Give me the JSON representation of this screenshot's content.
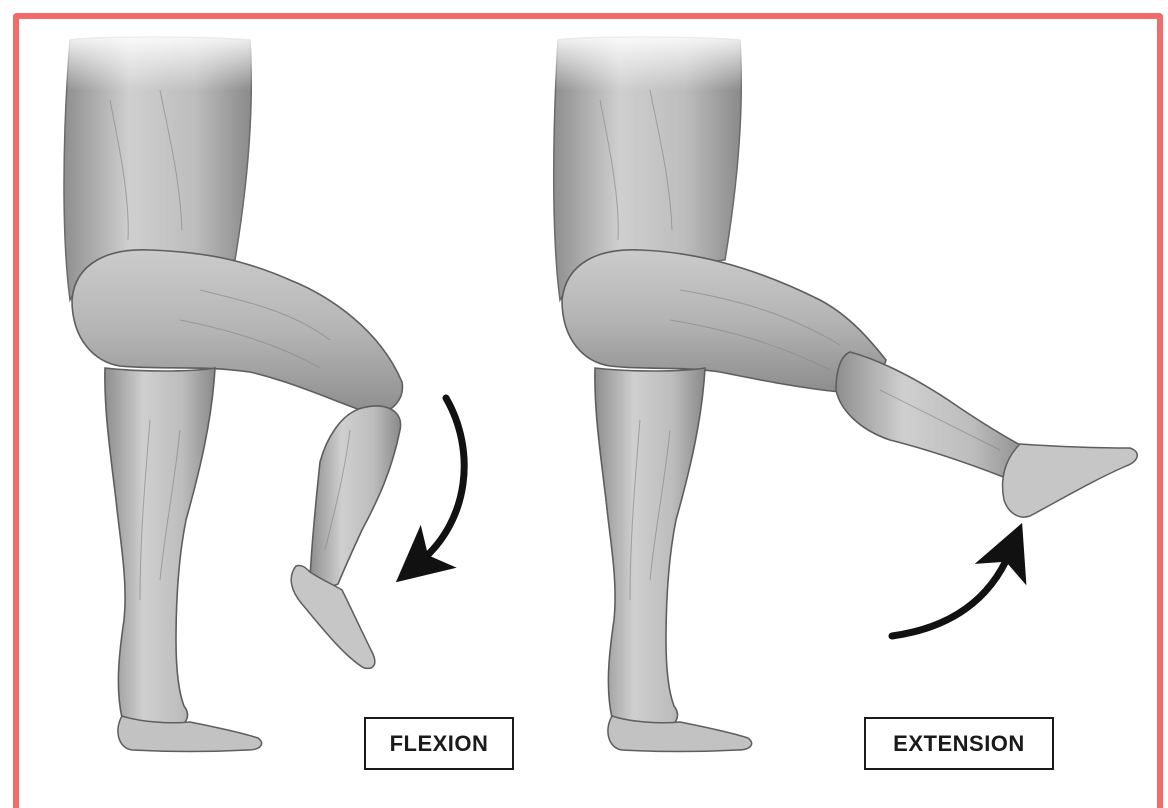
{
  "labels": {
    "flexion": "FLEXION",
    "extension": "EXTENSION"
  },
  "colors": {
    "frame_border": "#f26b6b",
    "skin_light": "#d9d9d9",
    "skin_mid": "#b8b8b8",
    "skin_dark": "#7a7a7a",
    "outline": "#555555",
    "arrow": "#111111"
  },
  "illustrations": {
    "left": "leg-flexion",
    "right": "leg-extension"
  }
}
